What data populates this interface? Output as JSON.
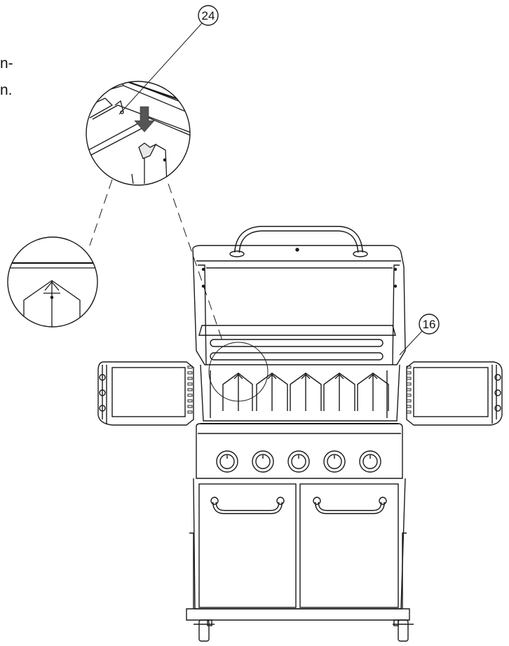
{
  "text_fragments": {
    "line1": "n-",
    "line2": "n."
  },
  "callouts": [
    {
      "id": "24"
    },
    {
      "id": "16"
    }
  ],
  "colors": {
    "line": "#1a1a1a",
    "arrow": "#555555",
    "background": "#ffffff"
  }
}
